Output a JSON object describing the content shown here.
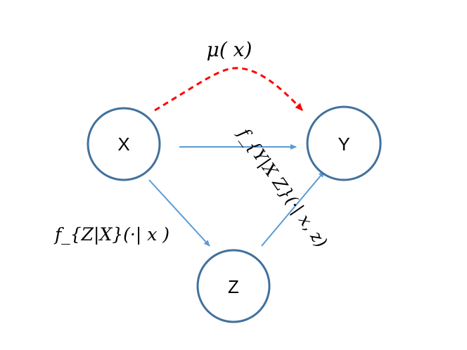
{
  "nodes": {
    "x": {
      "label": "X"
    },
    "y": {
      "label": "Y"
    },
    "z": {
      "label": "Z"
    }
  },
  "edges": {
    "x_to_y_dashed": {
      "label": "μ( x)"
    },
    "x_to_y": {
      "label": "f_{Y|X Z}(·| x, z)"
    },
    "x_to_z": {
      "label": "f_{Z|X}(·| x )"
    },
    "z_to_y": {
      "label": ""
    }
  },
  "colors": {
    "node_stroke": "#41719C",
    "edge_solid": "#5B9BD5",
    "edge_dashed": "#FF0000",
    "text": "#000000"
  }
}
